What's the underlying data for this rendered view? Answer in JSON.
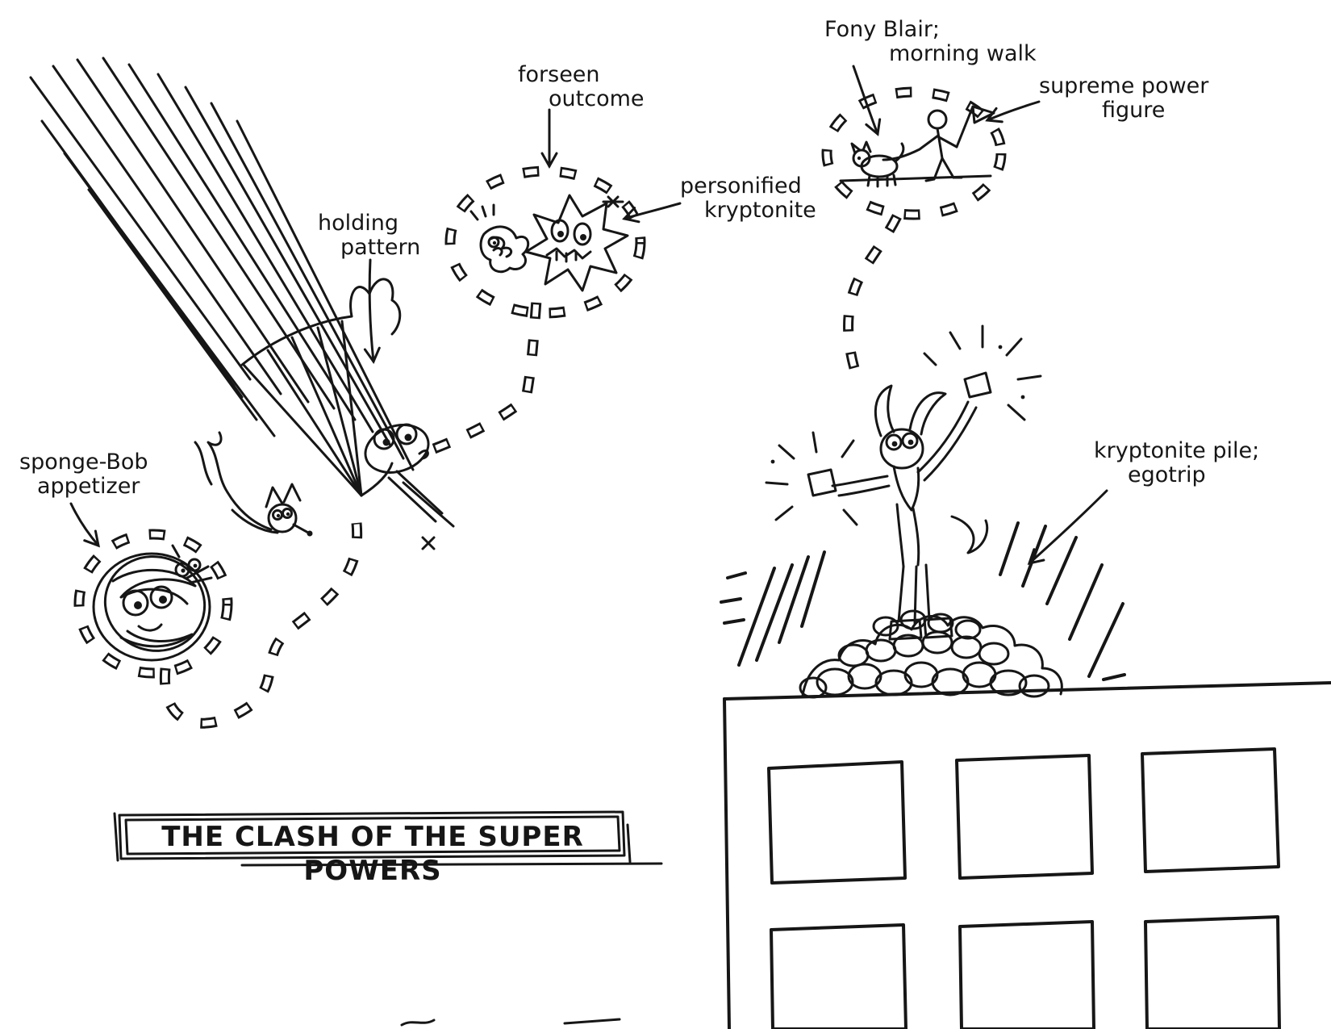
{
  "meta": {
    "background": "#ffffff",
    "ink": "#161616",
    "description": "Hand-drawn pen cartoon with labelled arrows"
  },
  "title": {
    "text": "THE CLASH OF THE SUPER POWERS"
  },
  "labels": {
    "forseen_outcome": {
      "line1": "forseen",
      "line2": "outcome"
    },
    "personified_kryptonite": {
      "line1": "personified",
      "line2": "kryptonite"
    },
    "fony_blair": {
      "line1": "Fony Blair;",
      "line2": "morning walk"
    },
    "supreme_power_figure": {
      "line1": "supreme power",
      "line2": "figure"
    },
    "holding_pattern": {
      "line1": "holding",
      "line2": "pattern"
    },
    "sponge_bob_appetizer": {
      "line1": "sponge-Bob",
      "line2": "appetizer"
    },
    "kryptonite_pile_egotrip": {
      "line1": "kryptonite pile;",
      "line2": "egotrip"
    }
  }
}
